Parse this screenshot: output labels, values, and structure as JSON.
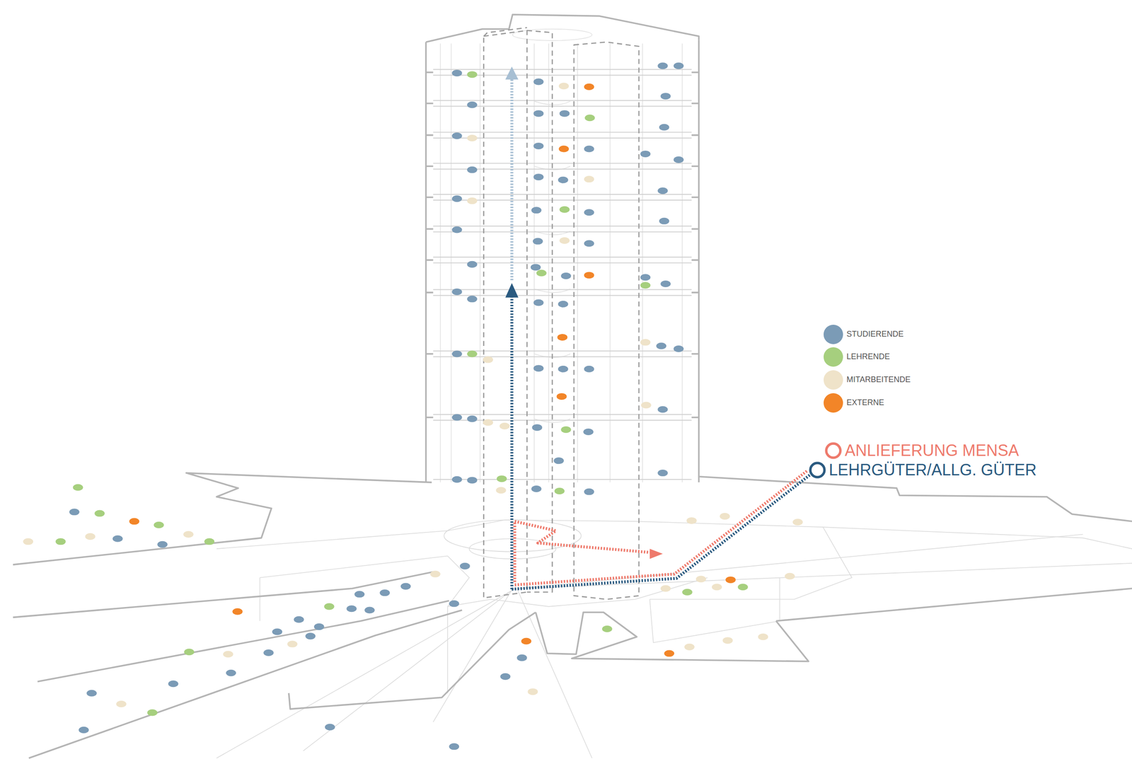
{
  "diagram": {
    "legend": [
      {
        "text": "STUDIERENDE",
        "color": "#7b9bb6"
      },
      {
        "text": "LEHRENDE",
        "color": "#a6cf7e"
      },
      {
        "text": "MITARBEITENDE",
        "color": "#efe3c9"
      },
      {
        "text": "EXTERNE",
        "color": "#f28528"
      },
      {
        "text": "ANLIEFERUNG MENSA"
      },
      {
        "text": "LEHRGÜTER/ALLG. GÜTER"
      }
    ]
  }
}
